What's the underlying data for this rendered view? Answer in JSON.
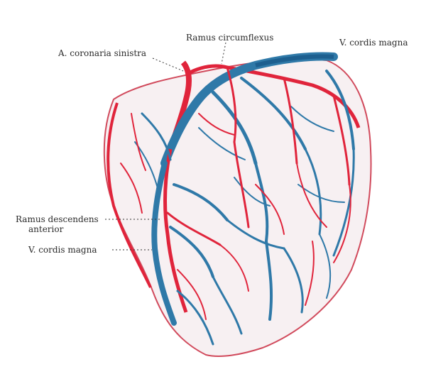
{
  "labels": {
    "ramus_circumflexus": "Ramus circumflexus",
    "v_cordis_magna_top": "V. cordis magna",
    "a_coronaria_sinistra": "A. coronaria sinistra",
    "ramus_descendens_line1": "Ramus descendens",
    "ramus_descendens_line2": "anterior",
    "v_cordis_magna_side": "V. cordis magna"
  },
  "colors": {
    "artery": "#e0243b",
    "vein": "#2f79a8",
    "vein_dark": "#1d5f8f",
    "heart_fill": "#f5eef0",
    "leader": "#333333"
  }
}
